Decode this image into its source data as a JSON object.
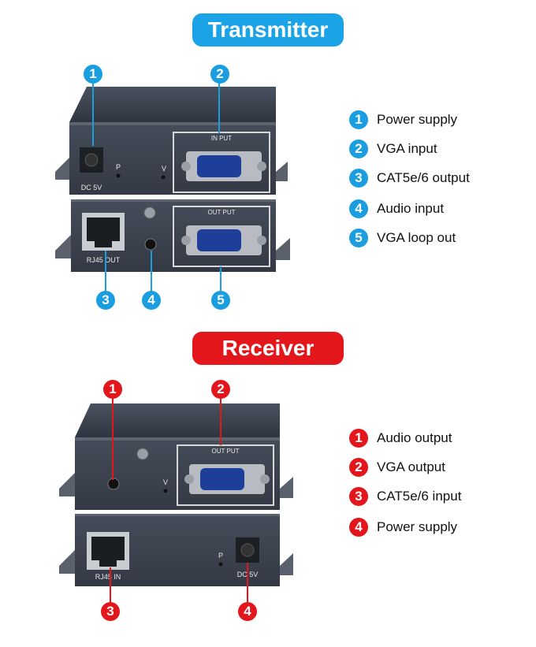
{
  "transmitter": {
    "title": "Transmitter",
    "device_labels": {
      "dc": "DC 5V",
      "p": "P",
      "v": "V",
      "input": "IN PUT",
      "output": "OUT PUT",
      "rj45": "RJ45  OUT"
    },
    "markers": [
      "1",
      "2",
      "3",
      "4",
      "5"
    ],
    "legend": [
      {
        "num": "1",
        "label": "Power supply"
      },
      {
        "num": "2",
        "label": "VGA input"
      },
      {
        "num": "3",
        "label": "CAT5e/6 output"
      },
      {
        "num": "4",
        "label": "Audio  input"
      },
      {
        "num": "5",
        "label": "VGA loop out"
      }
    ]
  },
  "receiver": {
    "title": "Receiver",
    "device_labels": {
      "output": "OUT PUT",
      "v": "V",
      "p": "P",
      "rj45": "RJ45  IN",
      "dc": "DC 5V"
    },
    "markers": [
      "1",
      "2",
      "3",
      "4"
    ],
    "legend": [
      {
        "num": "1",
        "label": "Audio output"
      },
      {
        "num": "2",
        "label": "VGA output"
      },
      {
        "num": "3",
        "label": "CAT5e/6 input"
      },
      {
        "num": "4",
        "label": "Power supply"
      }
    ]
  },
  "colors": {
    "transmitter_accent": "#1aa3e6",
    "receiver_accent": "#e3171b",
    "device_body": "#3d4552"
  }
}
